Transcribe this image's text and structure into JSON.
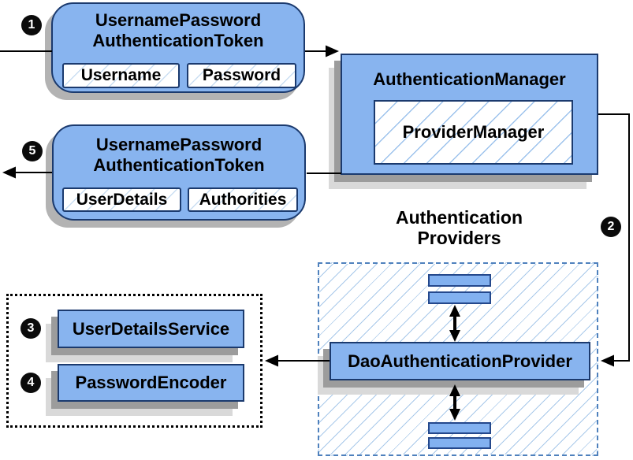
{
  "diagram": {
    "badges": {
      "step1": "1",
      "step2": "2",
      "step3": "3",
      "step4": "4",
      "step5": "5"
    },
    "request_token": {
      "title": "UsernamePassword\nAuthenticationToken",
      "field_1": "Username",
      "field_2": "Password"
    },
    "response_token": {
      "title": "UsernamePassword\nAuthenticationToken",
      "field_1": "UserDetails",
      "field_2": "Authorities"
    },
    "auth_manager": {
      "title": "AuthenticationManager",
      "provider_manager": "ProviderManager"
    },
    "providers": {
      "heading": "Authentication\nProviders",
      "dao_provider": "DaoAuthenticationProvider"
    },
    "services": {
      "user_details_service": "UserDetailsService",
      "password_encoder": "PasswordEncoder"
    },
    "colors": {
      "box_fill": "#88b4ef",
      "box_border": "#1b3a6e",
      "hatch_line": "#a9c9ea",
      "dashed_border": "#4f81bd",
      "dotted_border": "#000000",
      "shadow_dark": "#9c9c9c",
      "shadow_light": "#d9d9d9",
      "arrow": "#000000",
      "badge_bg": "#0b0b0b",
      "badge_text": "#ffffff"
    }
  }
}
